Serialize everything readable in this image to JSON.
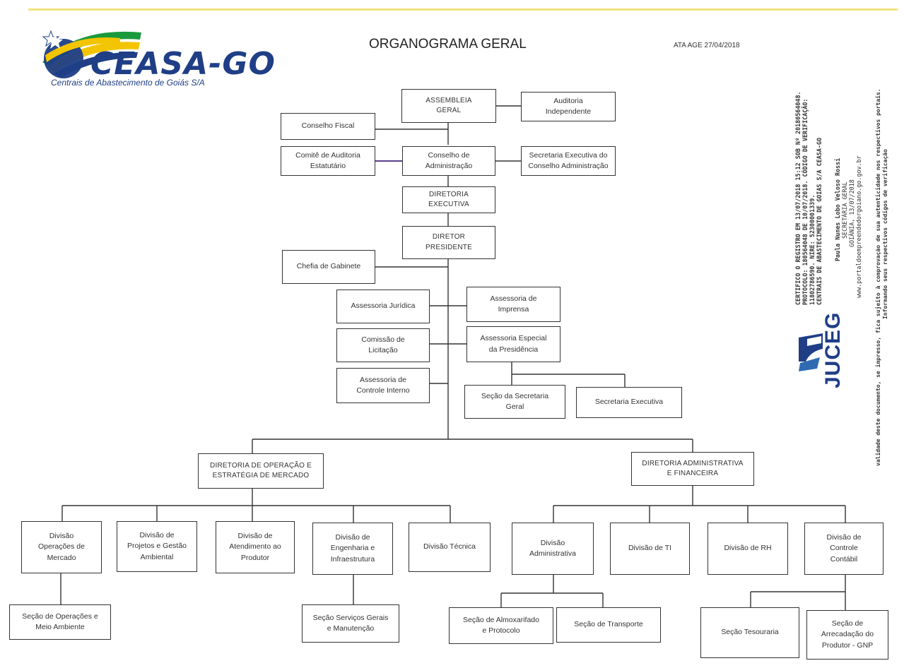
{
  "header": {
    "logo_text": "CEASA-GO",
    "logo_subtitle": "Centrais de Abastecimento de Goiás S/A",
    "title": "ORGANOGRAMA GERAL",
    "ata": "ATA AGE 27/04/2018"
  },
  "boxes": {
    "assembleia_geral": "ASSEMBLEIA\nGERAL",
    "auditoria_independente": "Auditoria\nIndependente",
    "conselho_fiscal": "Conselho Fiscal",
    "comite_auditoria": "Comitê de Auditoria\nEstatutário",
    "conselho_administracao": "Conselho de\nAdministração",
    "secretaria_executiva_conselho": "Secretaria Executiva do\nConselho Administração",
    "diretoria_executiva": "DIRETORIA\nEXECUTIVA",
    "diretor_presidente": "DIRETOR\nPRESIDENTE",
    "chefia_gabinete": "Chefia de Gabinete",
    "assessoria_juridica": "Assessoria Jurídica",
    "assessoria_imprensa": "Assessoria de\nImprensa",
    "comissao_licitacao": "Comissão de\nLicitação",
    "assessoria_especial": "Assessoria Especial\nda Presidência",
    "assessoria_controle": "Assessoria de\nControle Interno",
    "secao_secretaria_geral": "Seção da Secretaria\nGeral",
    "secretaria_executiva": "Secretaria Executiva",
    "diretoria_operacao": "DIRETORIA DE OPERAÇÃO E\nESTRATÉGIA DE MERCADO",
    "diretoria_administrativa": "DIRETORIA ADMINISTRATIVA\nE FINANCEIRA",
    "divisao_operacoes": "Divisão\nOperações de\nMercado",
    "divisao_projetos": "Divisão de\nProjetos e Gestão\nAmbiental",
    "divisao_atendimento": "Divisão de\nAtendimento ao\nProdutor",
    "divisao_engenharia": "Divisão de\nEngenharia e\nInfraestrutura",
    "divisao_tecnica": "Divisão Técnica",
    "divisao_administrativa": "Divisão\nAdministrativa",
    "divisao_ti": "Divisão de TI",
    "divisao_rh": "Divisão de RH",
    "divisao_controle": "Divisão de\nControle\nContábil",
    "secao_operacoes": "Seção de Operações e\nMeio Ambiente",
    "secao_servicos": "Seção Serviços Gerais\ne Manutenção",
    "secao_almoxarifado": "Seção de Almoxarifado\ne Protocolo",
    "secao_transporte": "Seção de Transporte",
    "secao_tesouraria": "Seção Tesouraria",
    "secao_arrecadacao": "Seção de\nArrecadação do\nProdutor - GNP"
  },
  "certificate": {
    "line1": "CERTIFICO O REGISTRO EM 13/07/2018 15:12 SOB Nº 20180564048.",
    "line2": "PROTOCOLO: 180564048 DE 10/07/2018. CÓDIGO DE VERIFICAÇÃO:",
    "line3": "11802786590. NIRE: 52300001339.",
    "line4": "CENTRAIS DE ABASTECIMENTO DE GOIAS S/A CEASA-GO",
    "signer": "Paula Nunes Lobo Veloso Rossi",
    "signer_role": "SECRETÁRIA GERAL",
    "place_date": "GOIÂNIA, 13/07/2018",
    "site": "www.portaldoempreendedorgoiano.go.gov.br",
    "validity1": "validade deste documento, se impresso, fica sujeito à comprovação de sua autenticidade nos respectivos portais.",
    "validity2": "Informando seus respectivos códigos de verificação",
    "jucesg": "JUCEG"
  },
  "colors": {
    "line": "#333333",
    "purple_link": "#5b3f8c",
    "logo_blue": "#1f3e86",
    "logo_yellow": "#f2c500",
    "logo_green": "#1a9a3c"
  }
}
